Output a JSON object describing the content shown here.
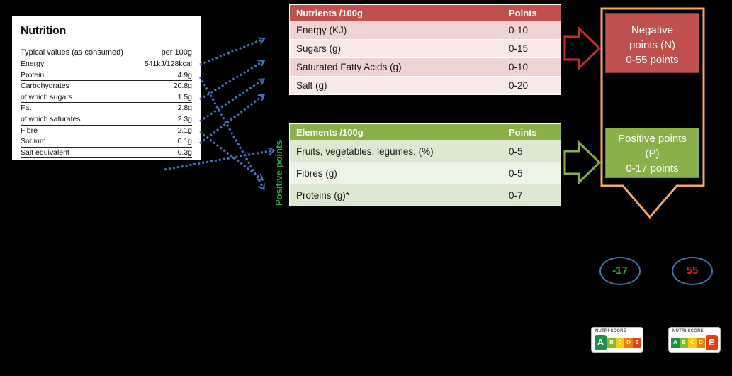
{
  "nutrition_label": {
    "title": "Nutrition",
    "header_left": "Typical values (as consumed)",
    "header_right": "per 100g",
    "rows": [
      {
        "name": "Energy",
        "value": "541kJ/128kcal"
      },
      {
        "name": "Protein",
        "value": "4.9g"
      },
      {
        "name": "Carbohydrates",
        "value": "20.8g"
      },
      {
        "name": "of which sugars",
        "value": "1.5g"
      },
      {
        "name": "Fat",
        "value": "2.8g"
      },
      {
        "name": "of which saturates",
        "value": "2.3g"
      },
      {
        "name": "Fibre",
        "value": "2.1g"
      },
      {
        "name": "Sodium",
        "value": "0.1g"
      },
      {
        "name": "Salt equivalent",
        "value": "0.3g"
      }
    ]
  },
  "negative_table": {
    "header": [
      "Nutrients /100g",
      "Points"
    ],
    "rows": [
      [
        "Energy (KJ)",
        "0-10"
      ],
      [
        "Sugars (g)",
        "0-15"
      ],
      [
        "Saturated Fatty Acids (g)",
        "0-10"
      ],
      [
        "Salt (g)",
        "0-20"
      ]
    ]
  },
  "positive_table": {
    "header": [
      "Elements /100g",
      "Points"
    ],
    "rows": [
      [
        "Fruits, vegetables, legumes, (%)",
        "0-5"
      ],
      [
        "Fibres (g)",
        "0-5"
      ],
      [
        "Proteins (g)*",
        "0-7"
      ]
    ]
  },
  "positive_points_label": "Positive points",
  "negative_box": {
    "line1": "Negative",
    "line2": "points (N)",
    "line3": "0-55 points"
  },
  "positive_box": {
    "line1": "Positive points",
    "line2": "(P)",
    "line3": "0-17 points"
  },
  "range": {
    "min": "-17",
    "max": "55"
  },
  "nutriscore": {
    "label": "NUTRI-SCORE",
    "letters": [
      "A",
      "B",
      "C",
      "D",
      "E"
    ],
    "colors": [
      "#1e8f4e",
      "#85bb2f",
      "#fecb02",
      "#ee8100",
      "#e63e11"
    ],
    "min_highlight": "A",
    "max_highlight": "E"
  }
}
